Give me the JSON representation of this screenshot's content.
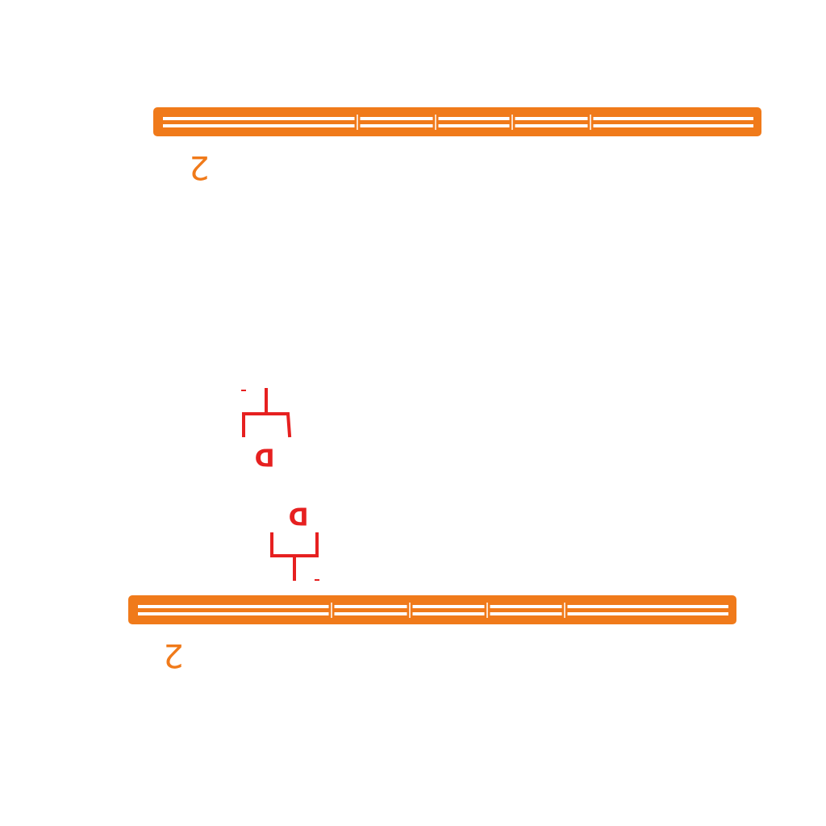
{
  "colors": {
    "background": "#ffffff",
    "bar": "#f07a1a",
    "bar_inner": "#ffffff",
    "symbol": "#e62020"
  },
  "bars": [
    {
      "label": "2"
    },
    {
      "label": "2"
    }
  ],
  "symbols": [
    {
      "label": "D"
    },
    {
      "label": "D"
    }
  ]
}
